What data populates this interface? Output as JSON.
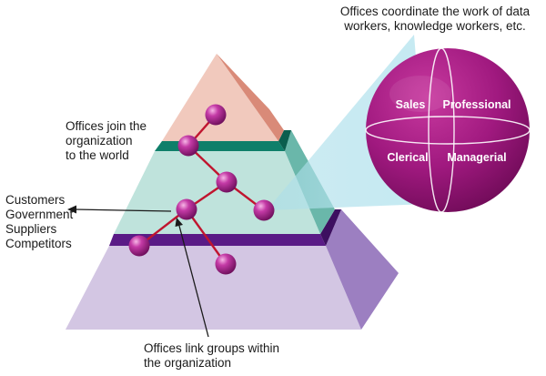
{
  "captions": {
    "offices_coordinate": [
      "Offices coordinate the work of data",
      "workers, knowledge workers, etc."
    ],
    "offices_join": [
      "Offices join the",
      "organization",
      "to the world"
    ],
    "external_groups": [
      "Customers",
      "Government",
      "Suppliers",
      "Competitors"
    ],
    "offices_link": [
      "Offices link groups within",
      "the organization"
    ]
  },
  "worker_types": {
    "sales": "Sales",
    "professional": "Professional",
    "clerical": "Clerical",
    "managerial": "Managerial"
  },
  "colors": {
    "pyramid_top": "#f1c9bd",
    "pyramid_top_side": "#d98a78",
    "pyramid_middle": "#bfe3dc",
    "pyramid_middle_side": "#6ab7aa",
    "green_band": "#0f7f6a",
    "purple_band": "#5a1b86",
    "pyramid_bottom": "#d3c6e3",
    "pyramid_bottom_side": "#9c7fc1",
    "node": "#9d1d86",
    "connector": "#c0152f",
    "sphere": "#a0197f",
    "beam": "#b6e3ec"
  }
}
